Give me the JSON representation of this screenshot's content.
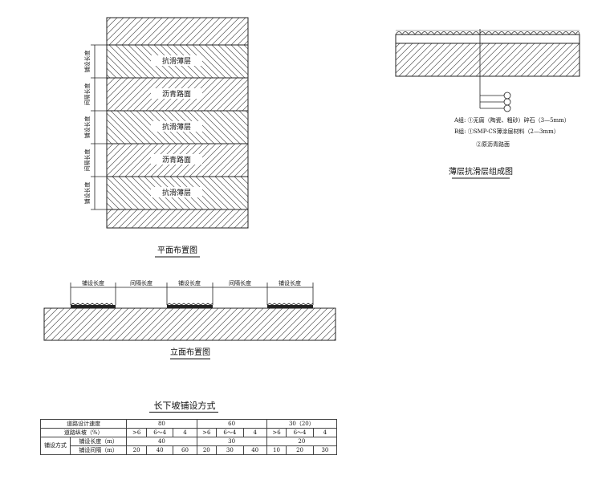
{
  "plan": {
    "title": "平面布置图",
    "layers": [
      "抗滑薄层",
      "沥青路面",
      "抗滑薄层",
      "沥青路面",
      "抗滑薄层"
    ],
    "side_labels": [
      "铺设长度",
      "间隔长度",
      "铺设长度",
      "间隔长度",
      "铺设长度"
    ]
  },
  "section": {
    "title": "薄层抗滑层组成图",
    "legend": [
      "A组: ①无腐（陶瓷、粗砂）碎石（3—5mm）",
      "B组: ①SMP-CS薄涂层材料（2—3mm）",
      "②原沥青路面"
    ]
  },
  "elevation": {
    "title": "立面布置图",
    "dims": [
      "铺设长度",
      "间隔长度",
      "铺设长度",
      "间隔长度",
      "铺设长度"
    ]
  },
  "table": {
    "title": "长下坡铺设方式",
    "header_row1": {
      "label": "道路设计速度",
      "speeds": [
        "80",
        "60",
        "30（20）"
      ]
    },
    "header_row2": {
      "label": "道路纵坡（%）",
      "grades": [
        ">6",
        "6～4",
        "4",
        ">6",
        "6～4",
        "4",
        ">6",
        "6～4",
        "4"
      ]
    },
    "method_label": "铺设方式",
    "row_length": {
      "label": "铺设长度（m）",
      "values": [
        "40",
        "30",
        "20"
      ]
    },
    "row_spacing": {
      "label": "铺设间隔（m）",
      "values": [
        "20",
        "40",
        "60",
        "20",
        "30",
        "40",
        "10",
        "20",
        "30"
      ]
    }
  }
}
